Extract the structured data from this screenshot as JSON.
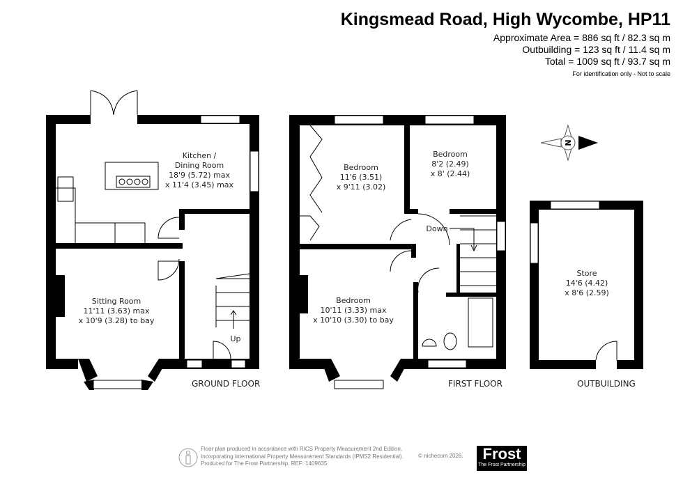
{
  "header": {
    "title": "Kingsmead Road, High Wycombe, HP11",
    "areas": [
      "Approximate Area = 886 sq ft / 82.3 sq m",
      "Outbuilding = 123 sq ft / 11.4 sq m",
      "Total = 1009 sq ft / 93.7 sq m"
    ],
    "note": "For identification only - Not to scale"
  },
  "ground_floor": {
    "label": "GROUND FLOOR",
    "rooms": [
      {
        "name": "Kitchen /",
        "name2": "Dining Room",
        "dim1": "18'9 (5.72) max",
        "dim2": "x 11'4 (3.45) max"
      },
      {
        "name": "Sitting Room",
        "dim1": "11'11 (3.63) max",
        "dim2": "x 10'9 (3.28) to bay"
      }
    ],
    "stairs_label": "Up"
  },
  "first_floor": {
    "label": "FIRST FLOOR",
    "rooms": [
      {
        "name": "Bedroom",
        "dim1": "11'6 (3.51)",
        "dim2": "x 9'11 (3.02)"
      },
      {
        "name": "Bedroom",
        "dim1": "8'2 (2.49)",
        "dim2": "x 8' (2.44)"
      },
      {
        "name": "Bedroom",
        "dim1": "10'11 (3.33) max",
        "dim2": "x 10'10 (3.30) to bay"
      }
    ],
    "stairs_label": "Down"
  },
  "outbuilding": {
    "label": "OUTBUILDING",
    "rooms": [
      {
        "name": "Store",
        "dim1": "14'6 (4.42)",
        "dim2": "x 8'6 (2.59)"
      }
    ]
  },
  "compass": {
    "letter": "N",
    "icon": "compass-north-icon"
  },
  "footer": {
    "lines": [
      "Floor plan produced in accordance with RICS Property Measurement 2nd Edition,",
      "Incorporating International Property Measurement Standards (IPMS2 Residential).",
      "Produced for The Frost Partnership.   REF: 1409635"
    ],
    "copyright": "© nichecom 2026.",
    "logo_big": "Frost",
    "logo_small": "The Frost Partnership"
  }
}
